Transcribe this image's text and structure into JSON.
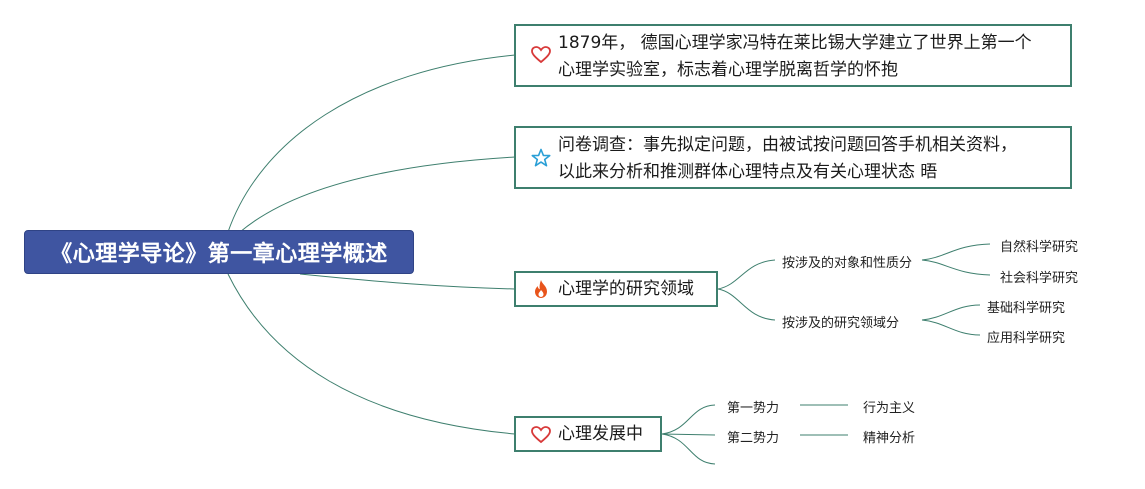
{
  "root": {
    "title": "《心理学导论》第一章心理学概述"
  },
  "nodes": {
    "wundt": {
      "line1": "1879年， 德国心理学家冯特在莱比锡大学建立了世界上第一个",
      "line2": "心理学实验室，标志着心理学脱离哲学的怀抱",
      "icon": "heart-icon"
    },
    "survey": {
      "line1": "问卷调查：事先拟定问题，由被试按问题回答手机相关资料，",
      "line2": "以此来分析和推测群体心理特点及有关心理状态 晤",
      "icon": "star-icon"
    },
    "field": {
      "label": "心理学的研究领域",
      "icon": "fire-icon",
      "branches": [
        {
          "label": "按涉及的对象和性质分",
          "leaves": [
            "自然科学研究",
            "社会科学研究"
          ]
        },
        {
          "label": "按涉及的研究领域分",
          "leaves": [
            "基础科学研究",
            "应用科学研究"
          ]
        }
      ]
    },
    "development": {
      "label": "心理发展中",
      "icon": "heart-icon",
      "branches": [
        {
          "label": "第一势力",
          "leaf": "行为主义"
        },
        {
          "label": "第二势力",
          "leaf": "精神分析"
        }
      ]
    }
  },
  "colors": {
    "root_fill": "#3f55a1",
    "border": "#3e7f6e",
    "line": "#3e7f6e",
    "heart": "#d83a3a",
    "star": "#2a9fd6",
    "fire": "#e8541b"
  }
}
